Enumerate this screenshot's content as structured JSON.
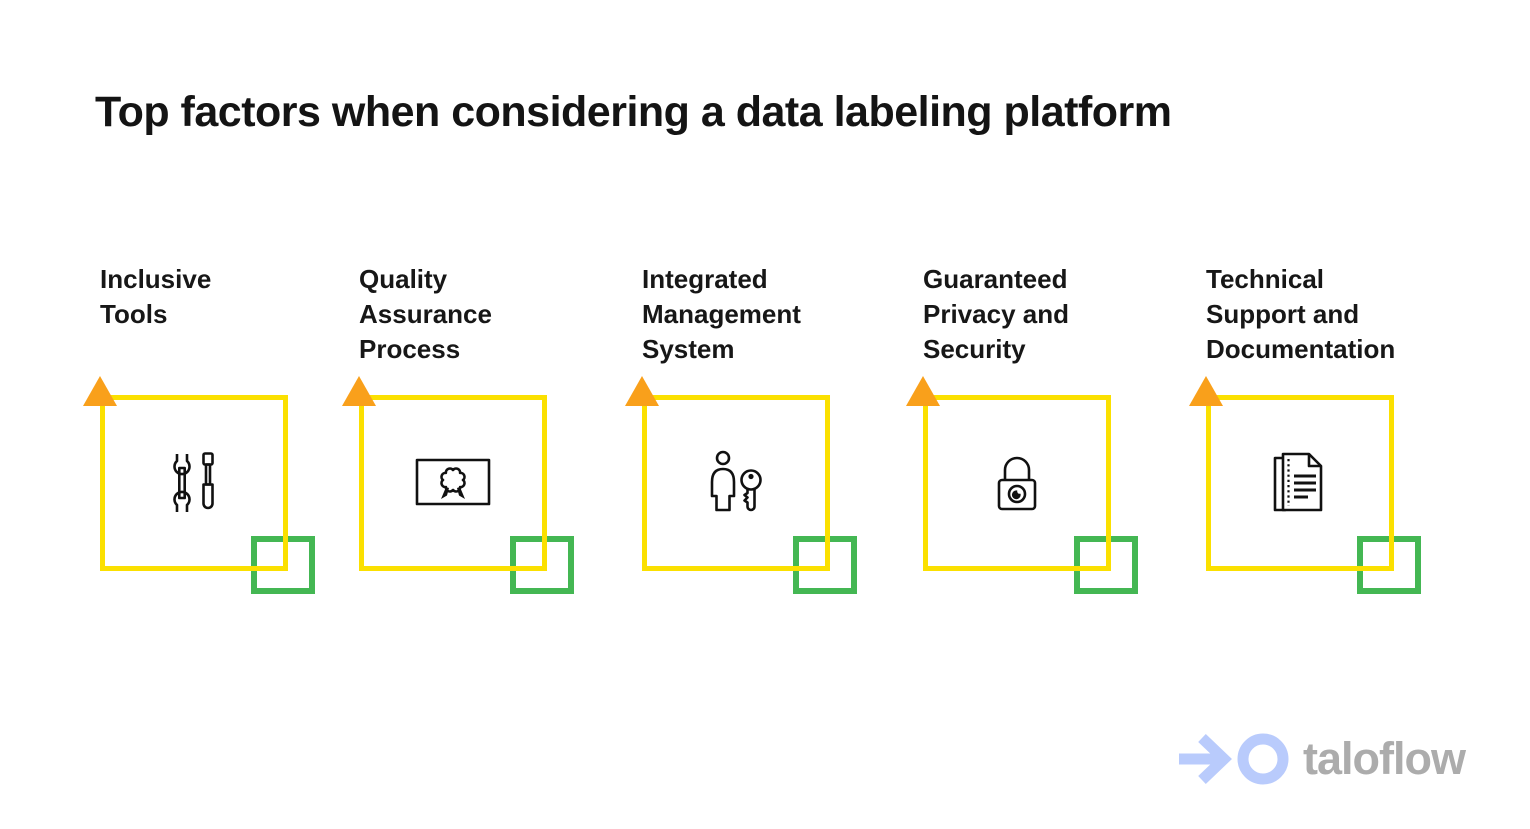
{
  "title": "Top factors when considering a data labeling platform",
  "factors": [
    {
      "label": "Inclusive Tools",
      "lines": [
        "Inclusive",
        "Tools"
      ],
      "icon": "wrench-screwdriver-icon"
    },
    {
      "label": "Quality Assurance Process",
      "lines": [
        "Quality",
        "Assurance",
        "Process"
      ],
      "icon": "certificate-icon"
    },
    {
      "label": "Integrated Management System",
      "lines": [
        "Integrated",
        "Management",
        "System"
      ],
      "icon": "person-key-icon"
    },
    {
      "label": "Guaranteed Privacy and Security",
      "lines": [
        "Guaranteed",
        "Privacy and",
        "Security"
      ],
      "icon": "padlock-icon"
    },
    {
      "label": "Technical Support and Documentation",
      "lines": [
        "Technical",
        "Support and",
        "Documentation"
      ],
      "icon": "document-icon"
    }
  ],
  "colors": {
    "square_yellow": "#FBE000",
    "triangle_orange": "#F9A01B",
    "square_green": "#44B753",
    "icon_stroke": "#111111",
    "logo_blue": "#B9CBFC",
    "logo_gray": "#ACACAC",
    "title_text": "#141414"
  },
  "logo": {
    "text": "taloflow"
  }
}
